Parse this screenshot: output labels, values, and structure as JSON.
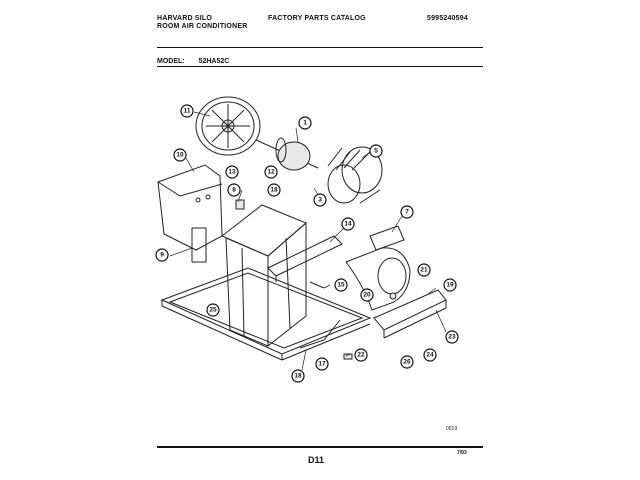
{
  "header": {
    "brand_line1": "HARVARD SILO",
    "brand_line2": "ROOM AIR CONDITIONER",
    "catalog_title": "FACTORY PARTS CATALOG",
    "catalog_number": "5995240594"
  },
  "model": {
    "label": "MODEL:",
    "value": "52HA52C"
  },
  "diagram": {
    "callouts": [
      "1",
      "3",
      "5",
      "7",
      "8",
      "9",
      "10",
      "11",
      "12",
      "13",
      "14",
      "15",
      "17",
      "18",
      "18",
      "19",
      "20",
      "21",
      "22",
      "23",
      "24",
      "25",
      "26"
    ],
    "figure_code": "0019"
  },
  "footer": {
    "page": "D11",
    "date": "7/93"
  }
}
